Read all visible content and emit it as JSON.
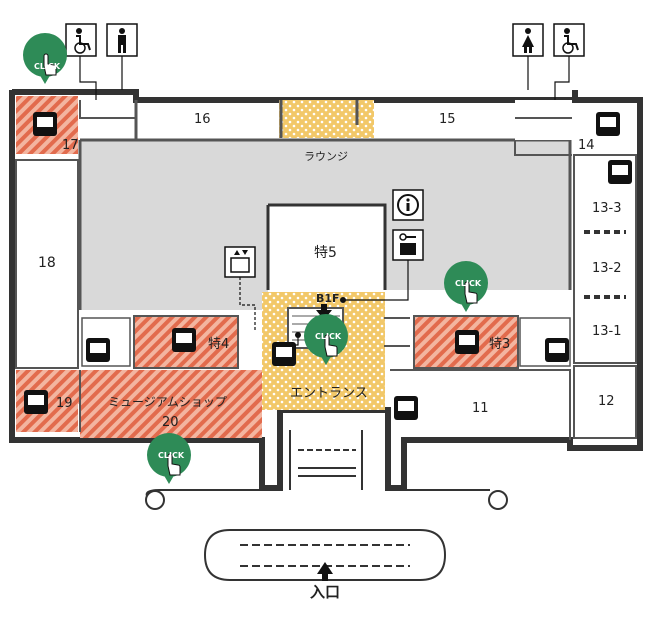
{
  "rooms": {
    "r11": "11",
    "r12": "12",
    "r13_1": "13-1",
    "r13_2": "13-2",
    "r13_3": "13-3",
    "r14": "14",
    "r15": "15",
    "r16": "16",
    "r17": "17",
    "r18": "18",
    "r19": "19",
    "r20": "20",
    "toku3": "特3",
    "toku4": "特4",
    "toku5": "特5"
  },
  "labels": {
    "lounge": "ラウンジ",
    "entrance": "エントランス",
    "museum_shop": "ミュージアムショップ",
    "b1f": "B1F",
    "main_entrance": "入口"
  },
  "click_label": "CLICK",
  "icons": [
    "wheelchair-icon",
    "male-restroom-icon",
    "female-restroom-icon",
    "monitor-icon",
    "elevator-icon",
    "information-icon",
    "locker-icon",
    "up-arrow-icon",
    "down-arrow-icon",
    "pointer-hand-icon"
  ],
  "colors": {
    "wall": "#333333",
    "hall_gray": "#d9d9d9",
    "exhibit_stripe": "#e06a4c",
    "lounge_dot": "#f0c35a",
    "click_green": "#2e8b57"
  }
}
